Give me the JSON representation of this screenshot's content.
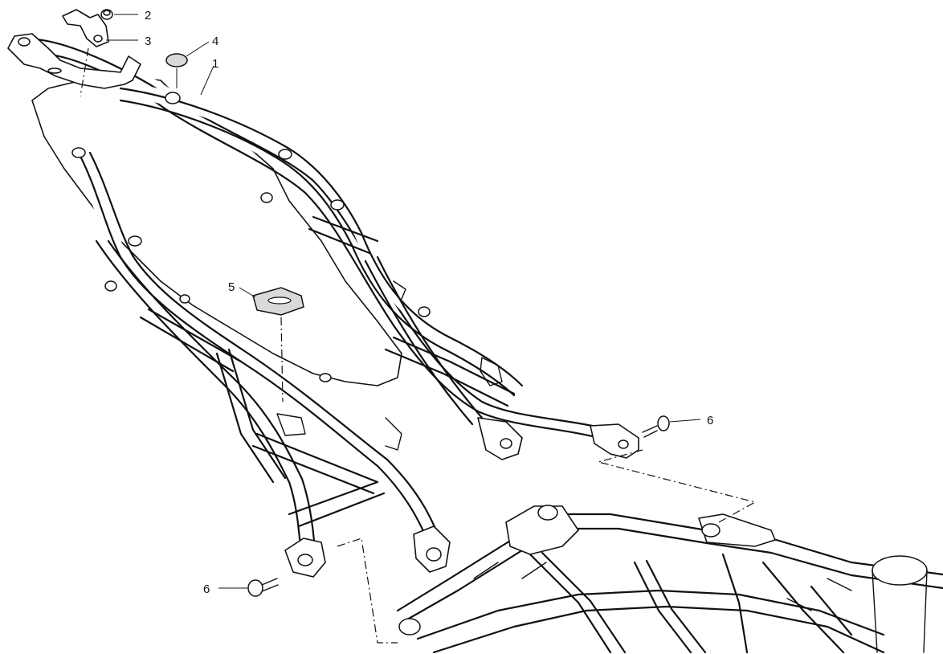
{
  "callouts": [
    {
      "id": "1",
      "label": "1"
    },
    {
      "id": "2",
      "label": "2"
    },
    {
      "id": "3",
      "label": "3"
    },
    {
      "id": "4",
      "label": "4"
    },
    {
      "id": "5",
      "label": "5"
    },
    {
      "id": "6a",
      "label": "6"
    },
    {
      "id": "6b",
      "label": "6"
    }
  ]
}
